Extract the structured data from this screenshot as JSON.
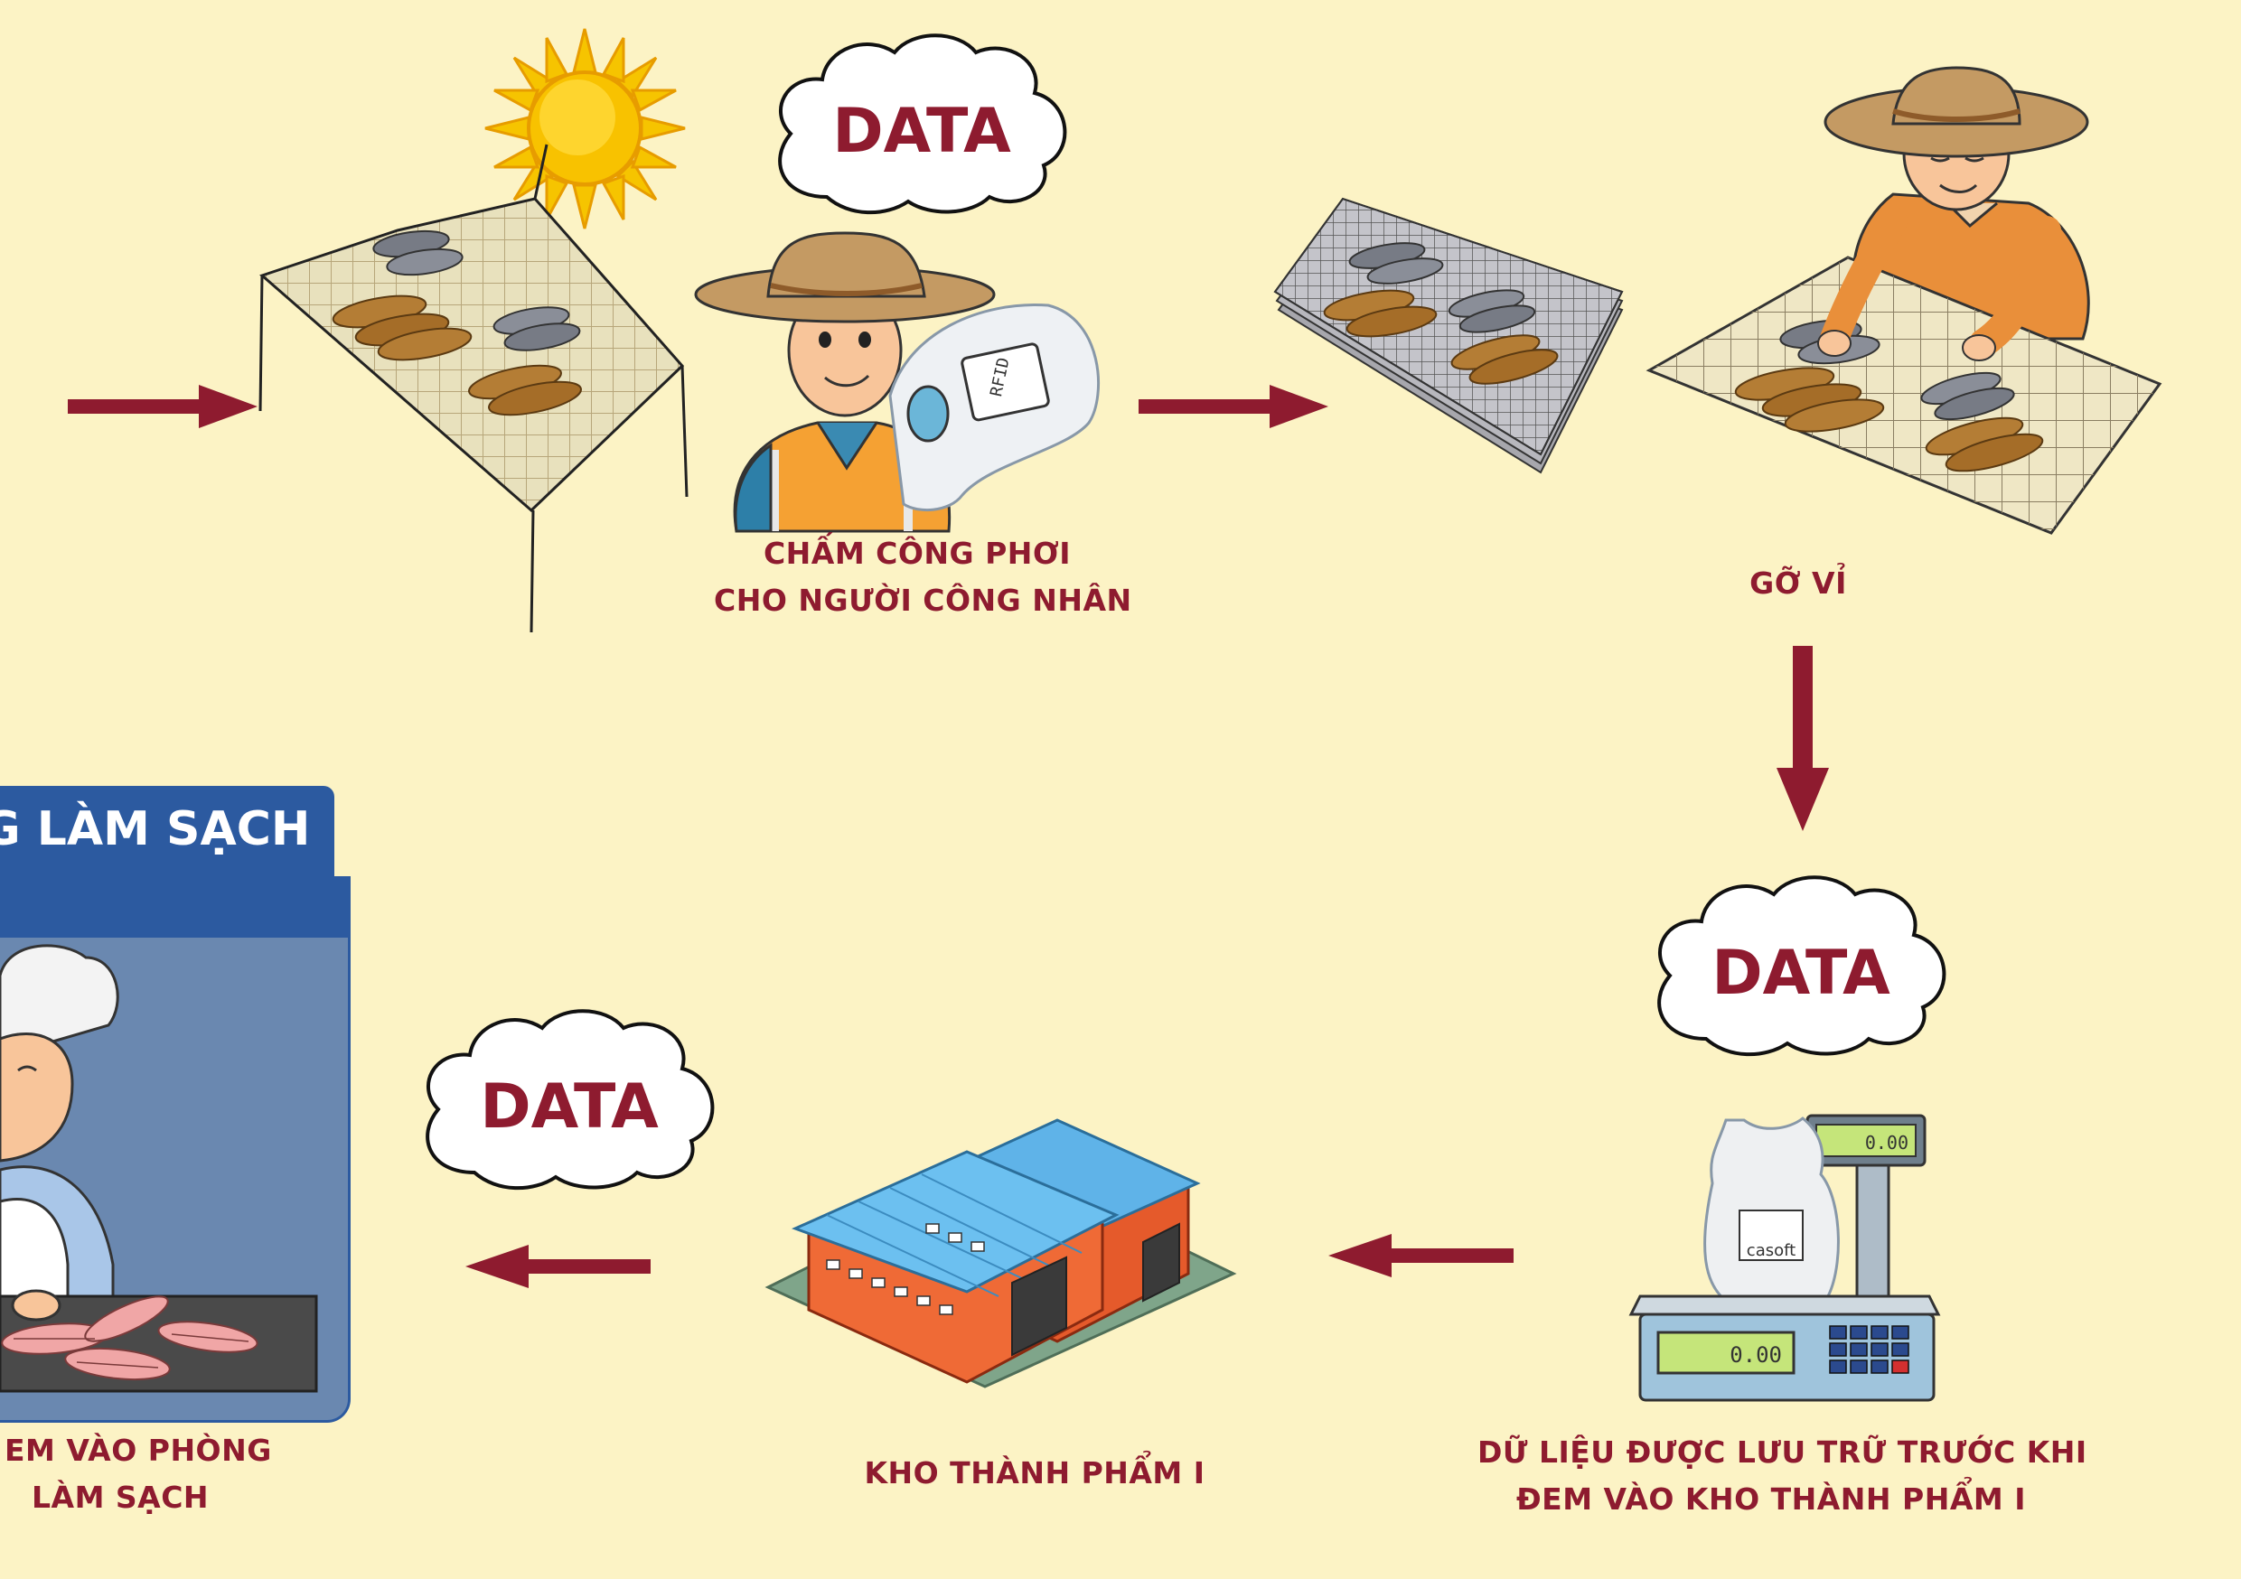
{
  "clouds": {
    "top": "DATA",
    "right": "DATA",
    "left": "DATA"
  },
  "captions": {
    "timekeeping_line1": "CHẤM CÔNG PHƠI",
    "timekeeping_line2": "CHO NGƯỜI CÔNG NHÂN",
    "remove_tray": "GỠ VỈ",
    "data_stored_line1": "DỮ LIỆU ĐƯỢC LƯU TRỮ TRƯỚC KHI",
    "data_stored_line2": "ĐEM VÀO KHO THÀNH PHẨM I",
    "warehouse": "KHO THÀNH PHẨM I",
    "cleaning_line1": "EM VÀO PHÒNG",
    "cleaning_line2": "LÀM SẠCH"
  },
  "banner": {
    "title": "G LÀM SẠCH"
  },
  "scale": {
    "top_display": "0.00",
    "bottom_display": "0.00",
    "bag_brand": "casoft"
  },
  "card": {
    "label": "RFID"
  },
  "colors": {
    "background": "#fcf3c5",
    "arrow": "#8e1b2f",
    "caption": "#8e1b2f",
    "banner": "#2c5aa0",
    "panel": "#6a88b0"
  }
}
